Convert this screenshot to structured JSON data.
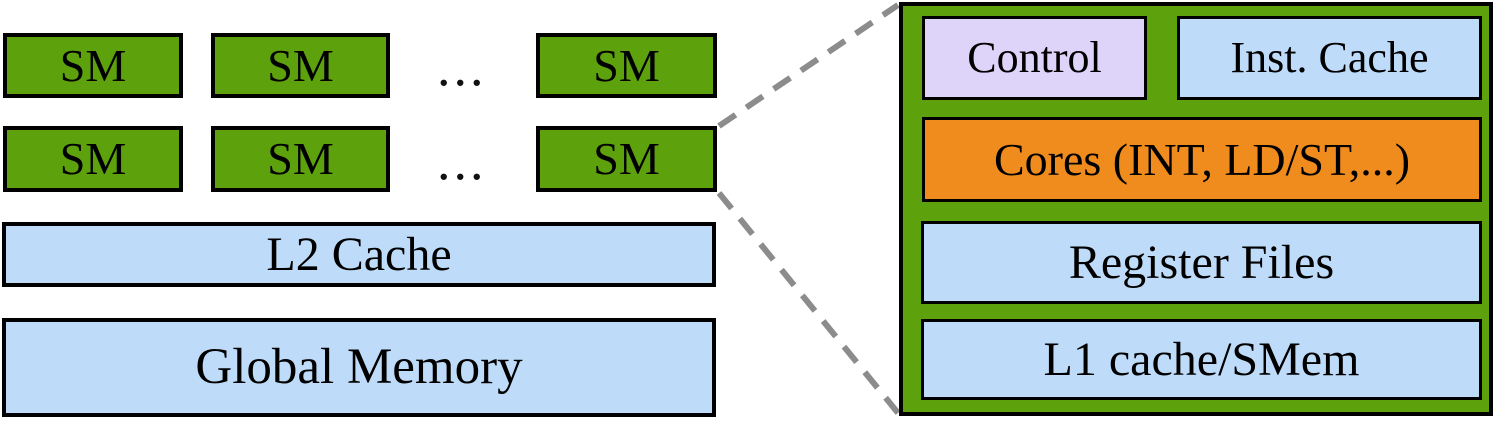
{
  "overview": {
    "sm_label": "SM",
    "ellipsis_row1": "...",
    "ellipsis_row2": "...",
    "l2_cache_label": "L2 Cache",
    "global_memory_label": "Global Memory"
  },
  "sm_detail": {
    "control_label": "Control",
    "inst_cache_label": "Inst. Cache",
    "cores_label": "Cores (INT, LD/ST,...)",
    "register_files_label": "Register Files",
    "l1_smem_label": "L1 cache/SMem"
  },
  "colors": {
    "sm_green": "#5da10c",
    "memory_blue": "#bedcf9",
    "control_lavender": "#ded3f8",
    "cores_orange": "#f08c1e",
    "connector_gray": "#8c8c8c",
    "border_black": "#000000"
  }
}
